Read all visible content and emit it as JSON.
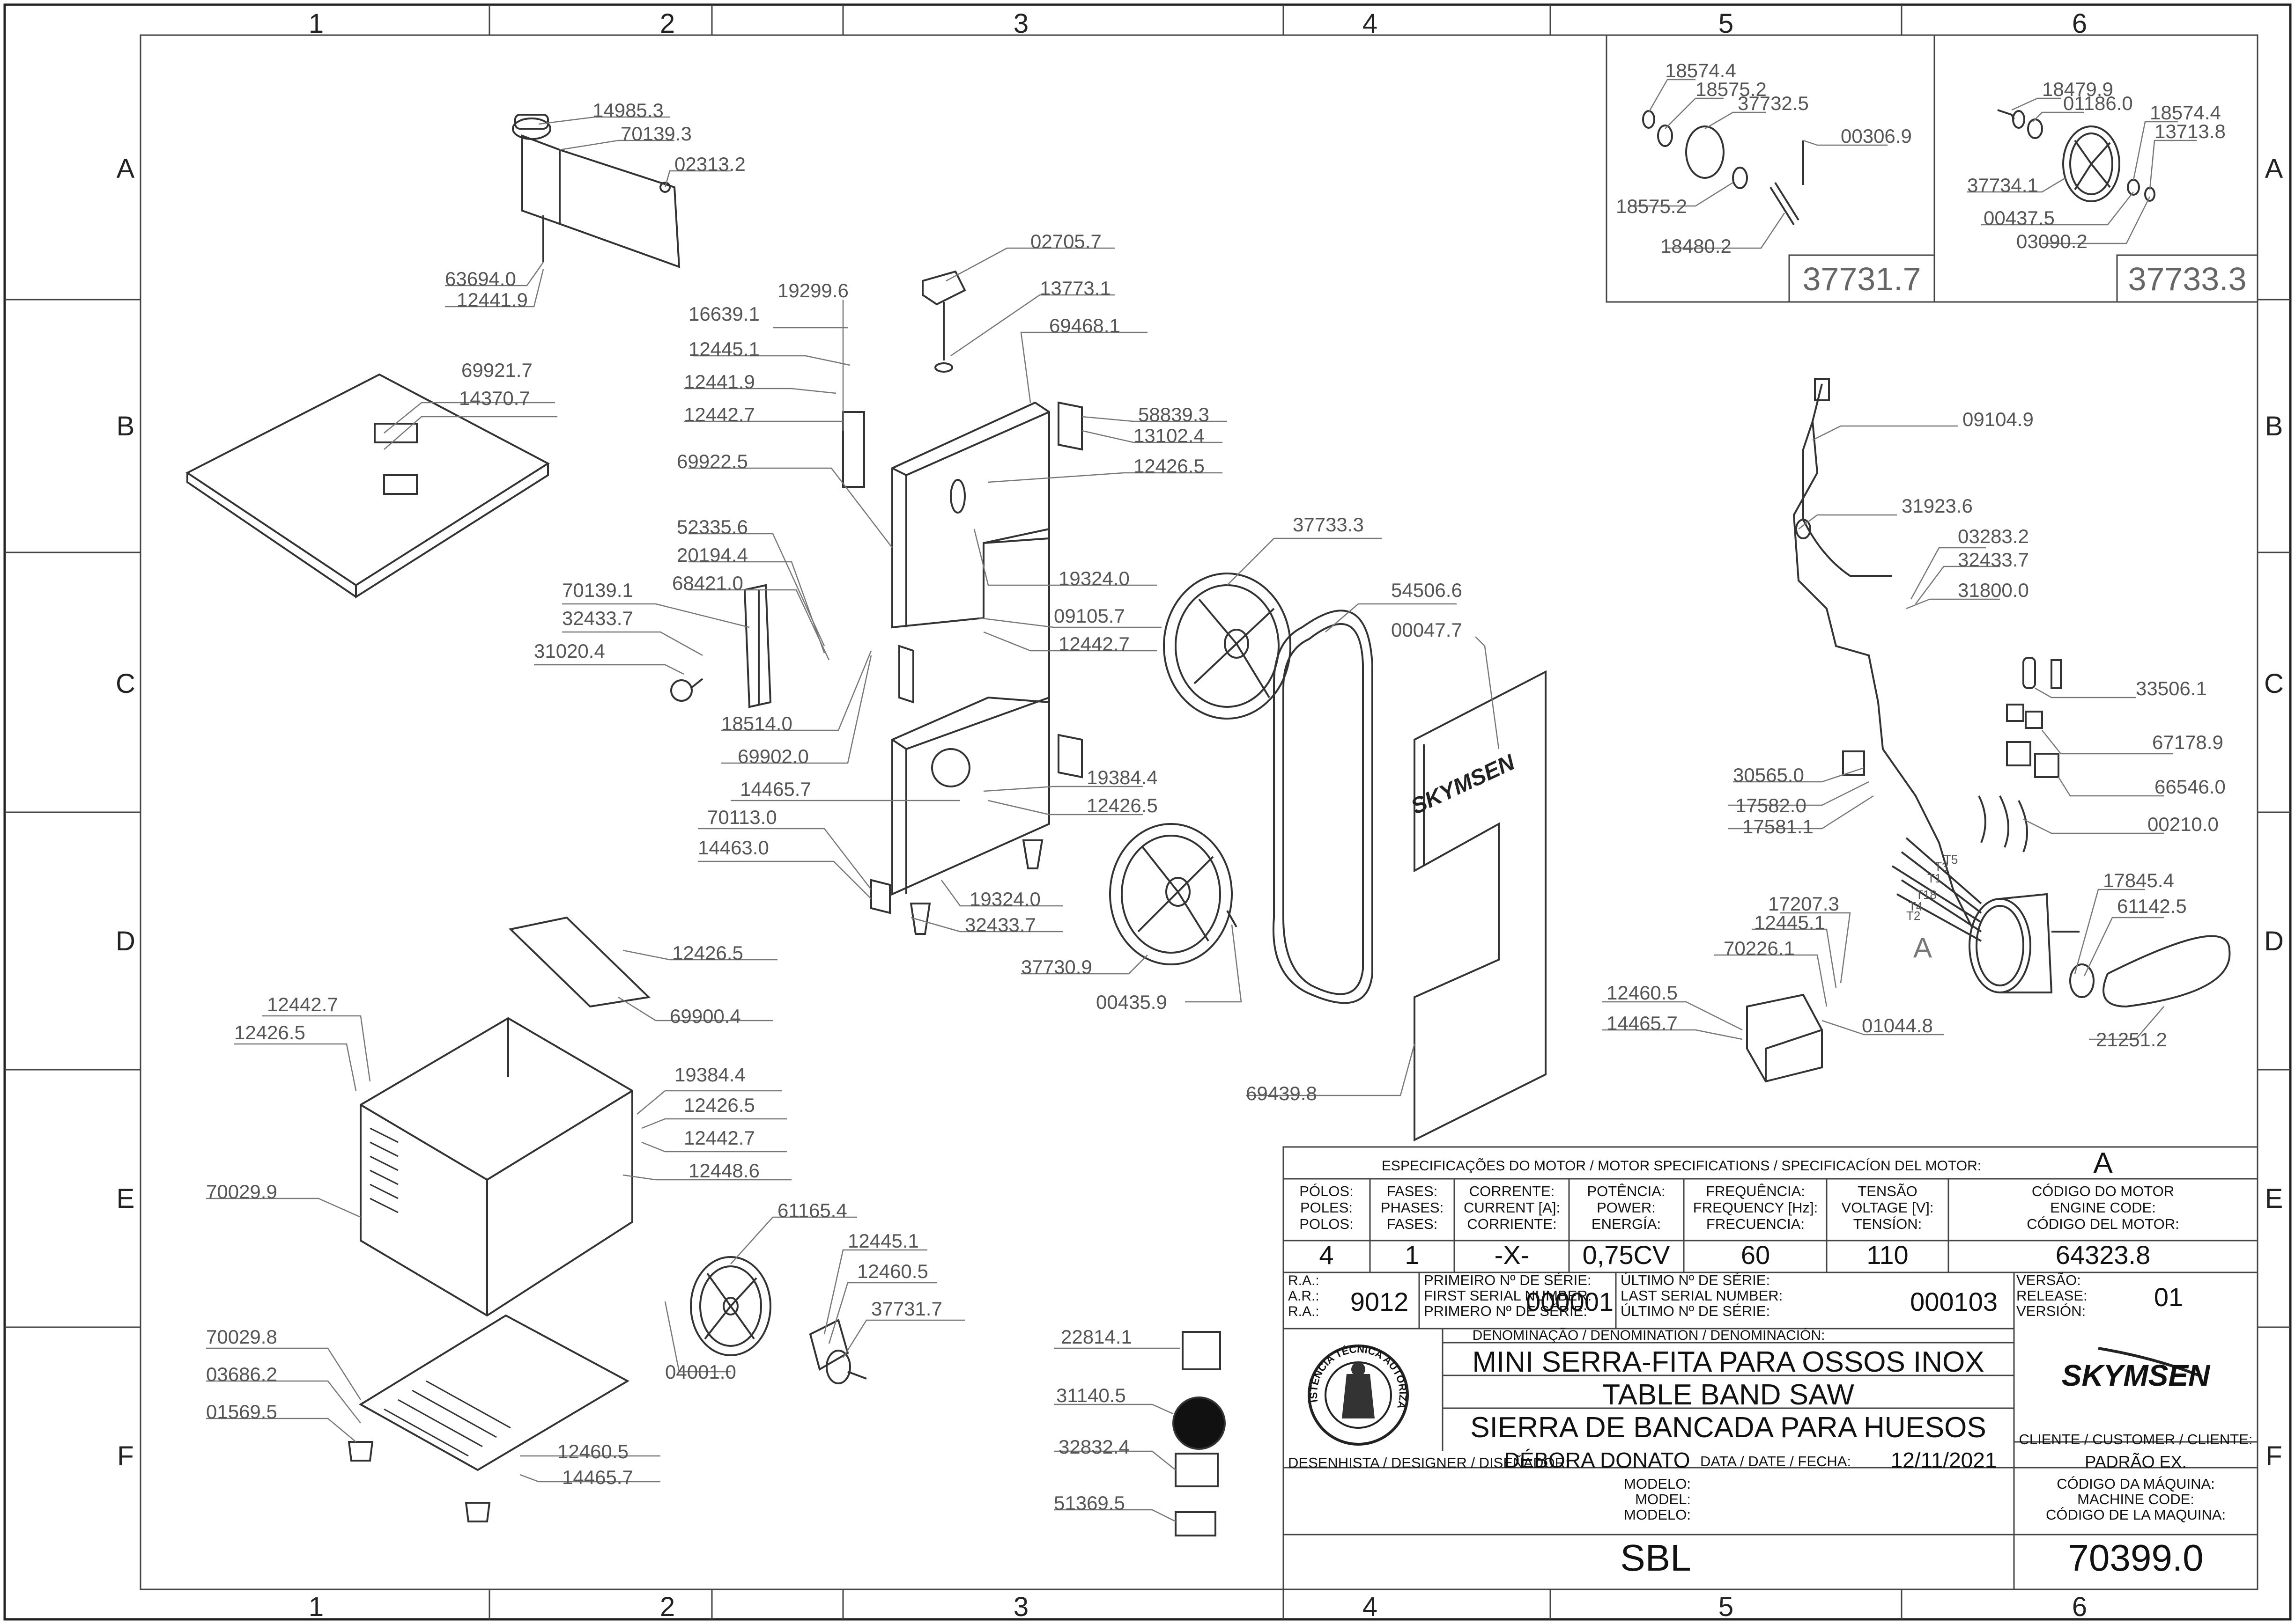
{
  "zones": {
    "columns": [
      "1",
      "2",
      "3",
      "4",
      "5",
      "6"
    ],
    "rows": [
      "A",
      "B",
      "C",
      "D",
      "E",
      "F"
    ]
  },
  "part_labels": [
    "14985.3",
    "70139.3",
    "02313.2",
    "63694.0",
    "12441.9",
    "69921.7",
    "14370.7",
    "16639.1",
    "19299.6",
    "12445.1",
    "12441.9",
    "12442.7",
    "02705.7",
    "13773.1",
    "69468.1",
    "58839.3",
    "13102.4",
    "12426.5",
    "69922.5",
    "52335.6",
    "20194.4",
    "68421.0",
    "70139.1",
    "32433.7",
    "31020.4",
    "19324.0",
    "09105.7",
    "12442.7",
    "18514.0",
    "69902.0",
    "14465.7",
    "19384.4",
    "12426.5",
    "70113.0",
    "14463.0",
    "19324.0",
    "32433.7",
    "37733.3",
    "37730.9",
    "00435.9",
    "54506.6",
    "00047.7",
    "69439.8",
    "12426.5",
    "69900.4",
    "12442.7",
    "12426.5",
    "19384.4",
    "12426.5",
    "12442.7",
    "12448.6",
    "70029.9",
    "70029.8",
    "03686.2",
    "01569.5",
    "61165.4",
    "12445.1",
    "12460.5",
    "37731.7",
    "04001.0",
    "12460.5",
    "14465.7",
    "22814.1",
    "31140.5",
    "32832.4",
    "51369.5",
    "18574.4",
    "18575.2",
    "37732.5",
    "00306.9",
    "18575.2",
    "18480.2",
    "18479.9",
    "01186.0",
    "18574.4",
    "13713.8",
    "37734.1",
    "00437.5",
    "03090.2",
    "09104.9",
    "31923.6",
    "03283.2",
    "32433.7",
    "31800.0",
    "33506.1",
    "67178.9",
    "66546.0",
    "00210.0",
    "30565.0",
    "17582.0",
    "17581.1",
    "17207.3",
    "12445.1",
    "70226.1",
    "12460.5",
    "14465.7",
    "01044.8",
    "17845.4",
    "61142.5",
    "21251.2"
  ],
  "detail_box_ids": [
    "37731.7",
    "37733.3"
  ],
  "motor_terminals": [
    "T5",
    "T3",
    "T1",
    "T18",
    "T4",
    "T2"
  ],
  "motor_marker": "A",
  "logo_text": "SKYMSEN",
  "stamp_text": "ASSISTÊNCIA TÉCNICA AUTORIZADA",
  "title_block": {
    "motor_spec_header": "ESPECIFICAÇÕES DO MOTOR / MOTOR SPECIFICATIONS / SPECIFICACÍON DEL MOTOR:",
    "motor_letter": "A",
    "poles_label": [
      "PÓLOS:",
      "POLES:",
      "POLOS:"
    ],
    "phases_label": [
      "FASES:",
      "PHASES:",
      "FASES:"
    ],
    "current_label": [
      "CORRENTE:",
      "CURRENT [A]:",
      "CORRIENTE:"
    ],
    "power_label": [
      "POTÊNCIA:",
      "POWER:",
      "ENERGÍA:"
    ],
    "frequency_label": [
      "FREQUÊNCIA:",
      "FREQUENCY [Hz]:",
      "FRECUENCIA:"
    ],
    "voltage_label": [
      "TENSÃO",
      "VOLTAGE [V]:",
      "TENSÍON:"
    ],
    "engine_code_label": [
      "CÓDIGO DO MOTOR",
      "ENGINE CODE:",
      "CÓDIGO DEL MOTOR:"
    ],
    "poles": "4",
    "phases": "1",
    "current": "-X-",
    "power": "0,75CV",
    "frequency": "60",
    "voltage": "110",
    "engine_code": "64323.8",
    "ra_label": [
      "R.A.:",
      "A.R.:",
      "R.A.:"
    ],
    "ra": "9012",
    "first_serial_label": [
      "PRIMEIRO Nº DE SÉRIE:",
      "FIRST SERIAL NUMBER:",
      "PRIMERO Nº DE SÉRIE:"
    ],
    "first_serial": "000001",
    "last_serial_label": [
      "ÚLTIMO Nº DE SÉRIE:",
      "LAST SERIAL NUMBER:",
      "ÚLTIMO Nº DE SÉRIE:"
    ],
    "last_serial": "000103",
    "release_label": [
      "VERSÃO:",
      "RELEASE:",
      "VERSIÓN:"
    ],
    "release": "01",
    "denomination_label": "DENOMINAÇÃO / DENOMINATION / DENOMINACIÓN:",
    "denomination": [
      "MINI SERRA-FITA PARA OSSOS INOX",
      "TABLE BAND SAW",
      "SIERRA DE BANCADA PARA HUESOS"
    ],
    "designer_label": "DESENHISTA / DESIGNER / DISEÑADOR:",
    "designer": "DÉBORA DONATO",
    "date_label": "DATA / DATE / FECHA:",
    "date": "12/11/2021",
    "customer_label": "CLIENTE / CUSTOMER / CLIENTE:",
    "customer": "PADRÃO EX.",
    "model_label": [
      "MODELO:",
      "MODEL:",
      "MODELO:"
    ],
    "model": "SBL",
    "machine_code_label": [
      "CÓDIGO DA MÁQUINA:",
      "MACHINE CODE:",
      "CÓDIGO DE LA MAQUINA:"
    ],
    "machine_code": "70399.0"
  },
  "colors": {
    "line": "#333333",
    "leader": "#777777",
    "label": "#555555"
  }
}
